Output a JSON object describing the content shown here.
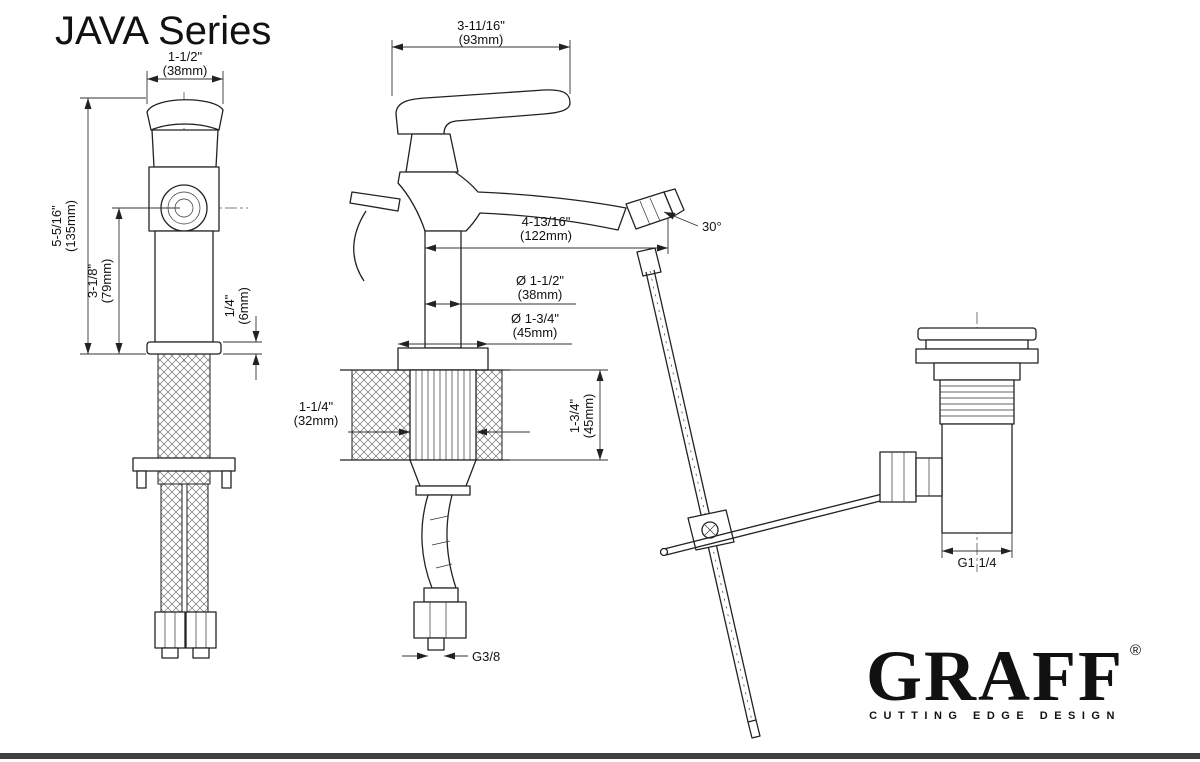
{
  "title": "JAVA Series",
  "front_view": {
    "top_width": {
      "in": "1-1/2\"",
      "mm": "(38mm)"
    },
    "height": {
      "in": "5-5/16\"",
      "mm": "(135mm)"
    },
    "spout_height": {
      "in": "3-1/8\"",
      "mm": "(79mm)"
    },
    "base_thickness": {
      "in": "1/4\"",
      "mm": "(6mm)"
    }
  },
  "side_view": {
    "handle_length": {
      "in": "3-11/16\"",
      "mm": "(93mm)"
    },
    "spout_reach": {
      "in": "4-13/16\"",
      "mm": "(122mm)"
    },
    "spray_angle": "30°",
    "body_diameter": {
      "in": "Ø 1-1/2\"",
      "mm": "(38mm)"
    },
    "base_diameter": {
      "in": "Ø 1-3/4\"",
      "mm": "(45mm)"
    },
    "shank_diameter": {
      "in": "1-1/4\"",
      "mm": "(32mm)"
    },
    "deck_thickness": {
      "in": "1-3/4\"",
      "mm": "(45mm)"
    },
    "hose_thread": "G3/8"
  },
  "drain": {
    "thread": "G1 1/4"
  },
  "logo": {
    "name": "GRAFF",
    "registered": "®",
    "tagline": "CUTTING EDGE DESIGN"
  }
}
